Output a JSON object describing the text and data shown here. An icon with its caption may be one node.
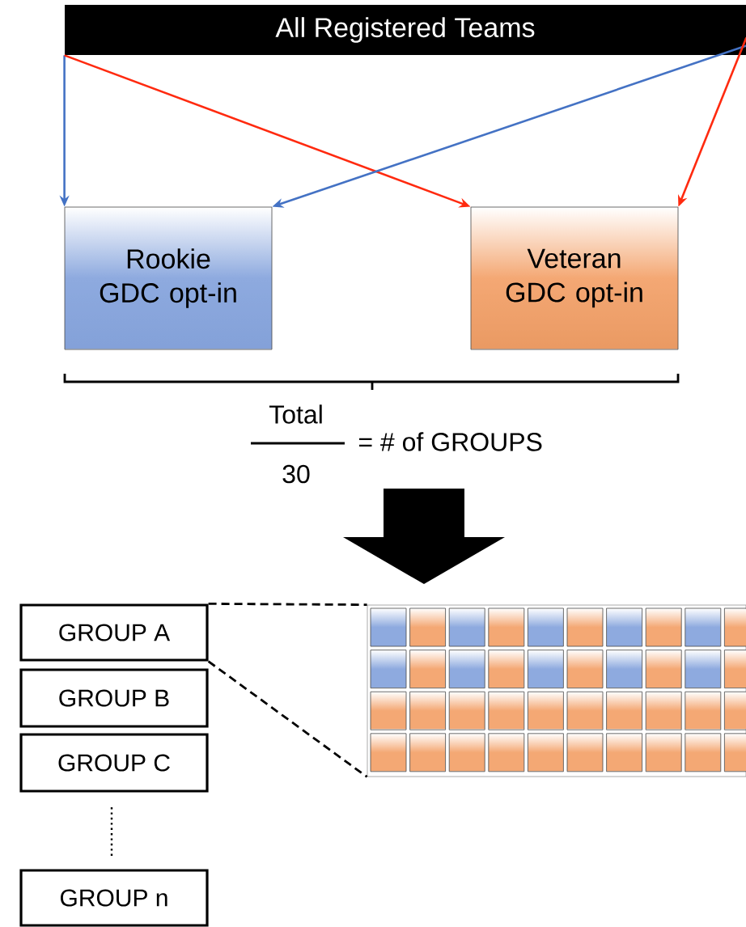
{
  "diagram": {
    "nodes": [
      {
        "text": [
          "All Registered Teams"
        ]
      },
      {
        "text": [
          "Rookie GDC opt-in"
        ]
      },
      {
        "text": [
          "Veteran GDC opt-in"
        ]
      },
      {
        "text": [
          "GROUP A"
        ]
      },
      {
        "text": [
          "GROUP B"
        ]
      },
      {
        "text": [
          "GROUP C"
        ]
      },
      {
        "text": [
          "GROUP n"
        ]
      },
      {
        "text": [],
        "shape": "grid"
      }
    ],
    "edges": [
      {
        "from": 0,
        "to": 1,
        "arrow": "to",
        "color": "#4472c4"
      },
      {
        "from": 0,
        "to": 2,
        "arrow": "to",
        "color": "#ff2a0f"
      },
      {
        "from": 0,
        "to": 1,
        "arrow": "to",
        "color": "#4472c4"
      },
      {
        "from": 0,
        "to": 2,
        "arrow": "to",
        "color": "#ff2a0f"
      },
      {
        "from": 3,
        "to": 7,
        "arrow": "none",
        "style": "dashed",
        "color": "#000000"
      },
      {
        "from": 3,
        "to": 7,
        "arrow": "none",
        "style": "dashed",
        "color": "#000000"
      }
    ],
    "labels": [
      "Total",
      "30",
      "= # of GROUPS"
    ]
  }
}
